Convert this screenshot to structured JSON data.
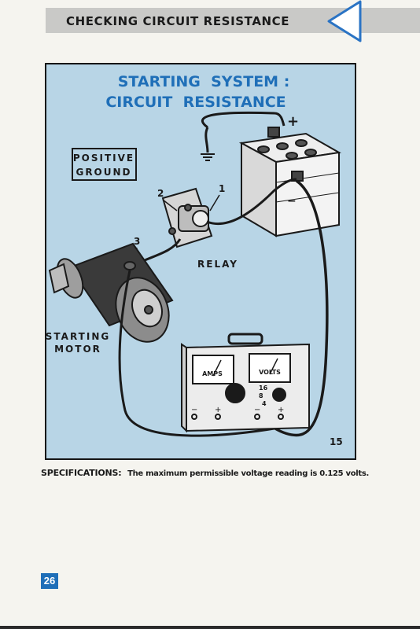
{
  "header": {
    "title": "CHECKING CIRCUIT RESISTANCE"
  },
  "figure": {
    "title_line1": "STARTING  SYSTEM :",
    "title_line2": "CIRCUIT  RESISTANCE",
    "ground_line1": "POSITIVE",
    "ground_line2": "GROUND",
    "relay_label": "RELAY",
    "motor_line1": "STARTING",
    "motor_line2": "MOTOR",
    "callout_1": "1",
    "callout_2": "2",
    "callout_3": "3",
    "battery_plus": "+",
    "battery_minus": "−",
    "meter_amps": "AMPS",
    "meter_volts": "VOLTS",
    "range_16": "16",
    "range_8": "8",
    "range_4": "4",
    "amps_minus": "−",
    "amps_plus": "+",
    "volts_minus": "−",
    "volts_plus": "+",
    "figure_number": "15"
  },
  "specifications": {
    "label": "SPECIFICATIONS:",
    "text": "The maximum permissible voltage reading is 0.125 volts."
  },
  "page": {
    "number": "26"
  },
  "colors": {
    "diagram_bg": "#b8d5e6",
    "title_blue": "#1f6fb8",
    "header_gray": "#c9c9c7"
  }
}
